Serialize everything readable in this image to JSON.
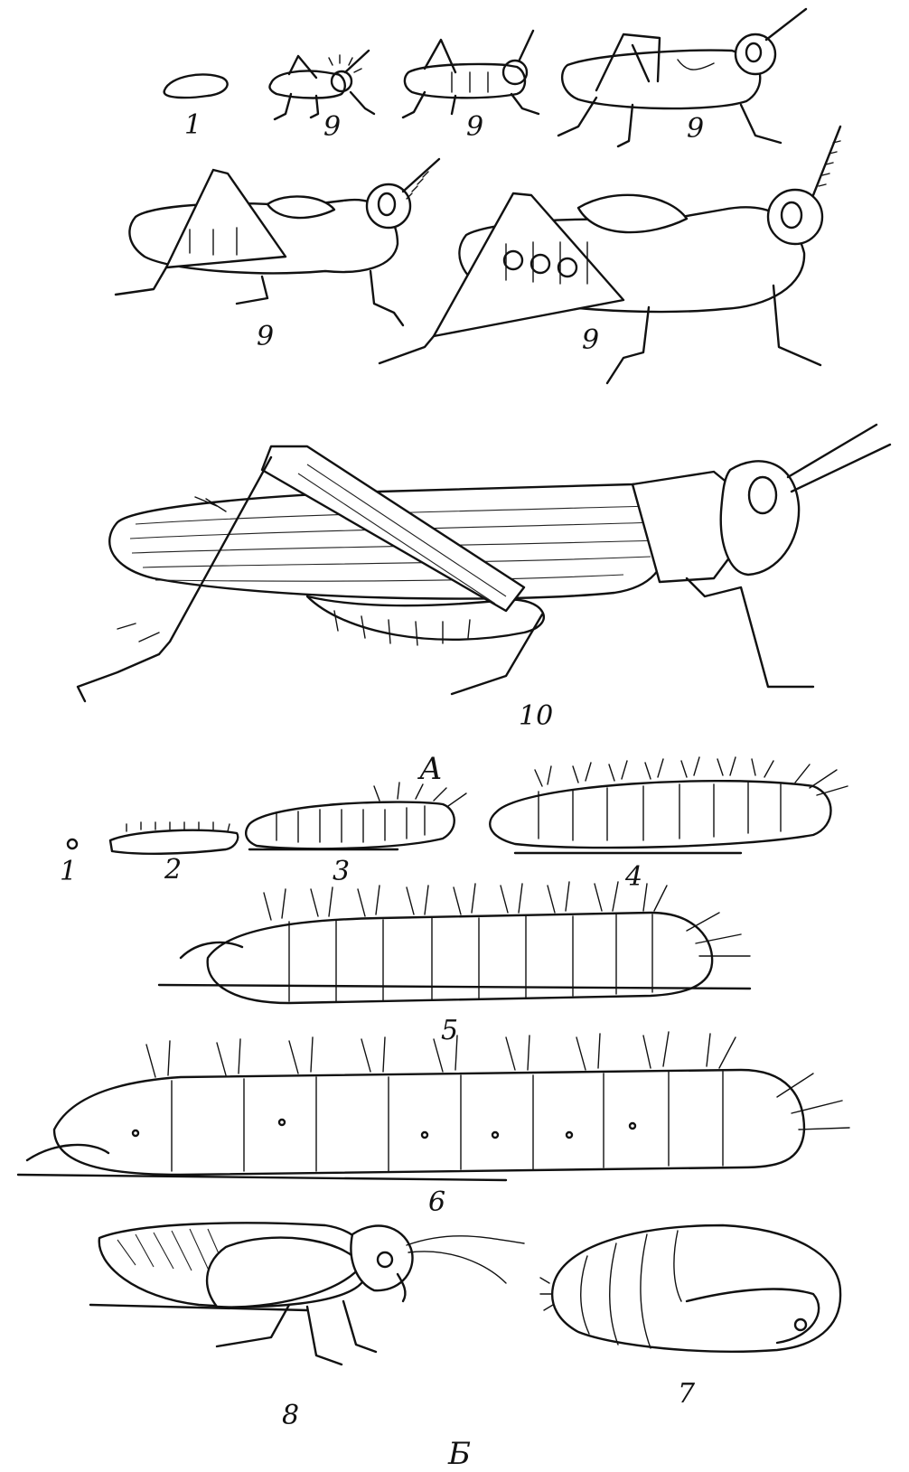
{
  "panel_a": {
    "letter": "А",
    "stages": [
      {
        "label": "1"
      },
      {
        "label": "9"
      },
      {
        "label": "9"
      },
      {
        "label": "9"
      },
      {
        "label": "9"
      },
      {
        "label": "9"
      },
      {
        "label": "10"
      }
    ]
  },
  "panel_b": {
    "letter": "Б",
    "stages": [
      {
        "label": "1"
      },
      {
        "label": "2"
      },
      {
        "label": "3"
      },
      {
        "label": "4"
      },
      {
        "label": "5"
      },
      {
        "label": "6"
      },
      {
        "label": "7"
      },
      {
        "label": "8"
      }
    ]
  }
}
